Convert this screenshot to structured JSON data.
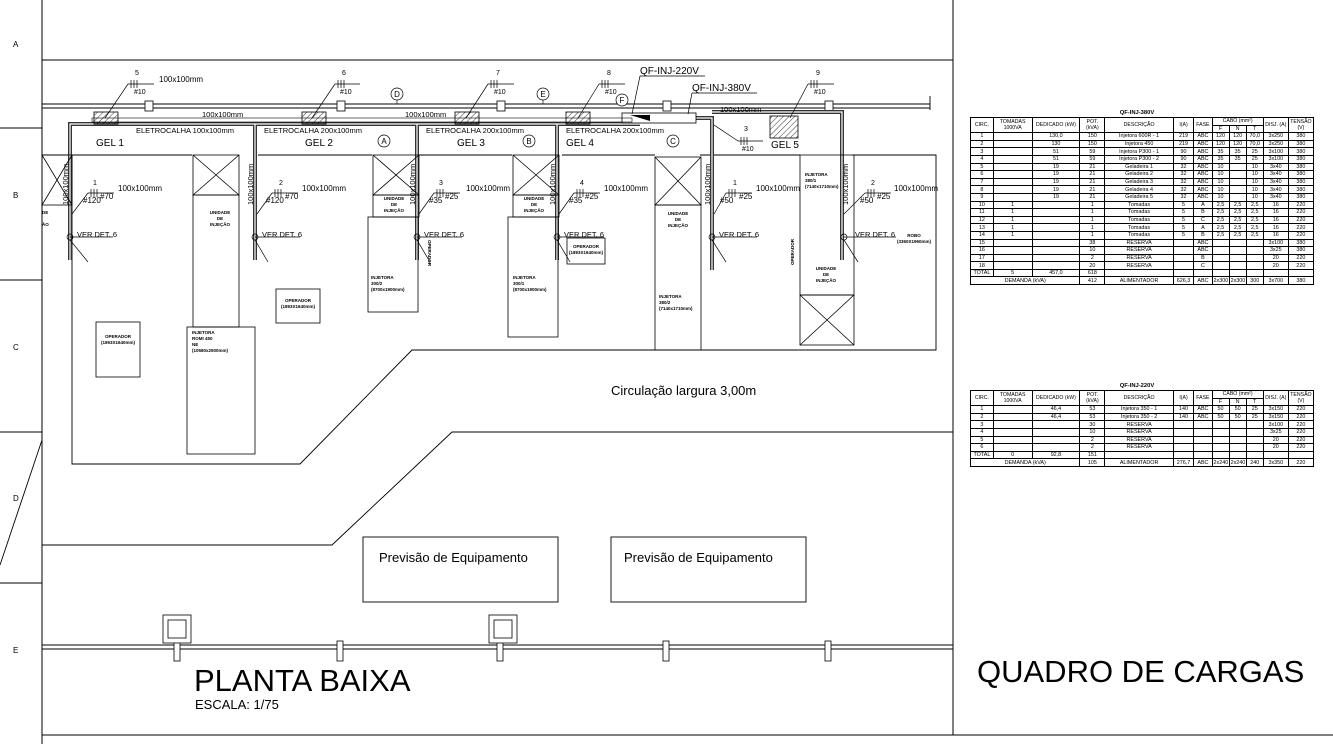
{
  "rows": [
    "A",
    "B",
    "C",
    "D",
    "E"
  ],
  "plan": {
    "title": "PLANTA BAIXA",
    "scale": "ESCALA:  1/75",
    "circulation": "Circulação largura 3,00m",
    "forecast": [
      "Previsão de Equipamento",
      "Previsão de Equipamento"
    ],
    "qf220": "QF-INJ-220V",
    "qf380": "QF-INJ-380V",
    "gels": [
      "GEL 1",
      "GEL 2",
      "GEL 3",
      "GEL 4",
      "GEL 5"
    ],
    "tray_labels": [
      "ELETROCALHA 100x100mm",
      "ELETROCALHA 200x100mm",
      "ELETROCALHA 200x100mm",
      "ELETROCALHA 200x100mm"
    ],
    "dim_labels": [
      "100x100mm",
      "100x100mm",
      "100x100mm",
      "100x100mm",
      "100x100mm"
    ],
    "top_circuits": [
      {
        "n": "5",
        "d": "100x100mm",
        "w": "#10"
      },
      {
        "n": "6",
        "w": "#10"
      },
      {
        "n": "7",
        "w": "#10"
      },
      {
        "n": "8",
        "w": "#10"
      },
      {
        "n": "9",
        "w": "#10"
      },
      {
        "n": "3",
        "w": "#10"
      }
    ],
    "mid_circuits": [
      {
        "n": "1",
        "w1": "#120",
        "w2": "#70",
        "d": "100x100mm"
      },
      {
        "n": "2",
        "w1": "#120",
        "w2": "#70",
        "d": "100x100mm"
      },
      {
        "n": "3",
        "w1": "#35",
        "w2": "#25",
        "d": "100x100mm"
      },
      {
        "n": "4",
        "w1": "#35",
        "w2": "#25",
        "d": "100x100mm"
      },
      {
        "n": "1",
        "w1": "#50",
        "w2": "#25",
        "d": "100x100mm"
      },
      {
        "n": "2",
        "w1": "#50",
        "w2": "#25",
        "d": "100x100mm"
      }
    ],
    "vertical_dim": "100x100mm",
    "circle_tags": [
      "D",
      "E",
      "F",
      "A",
      "B",
      "C"
    ],
    "ver_det": "VER DET. 6",
    "unidade": "UNIDADE DE INJEÇÃO",
    "unidade_lines": [
      "UNIDADE",
      "DE",
      "INJEÇÃO"
    ],
    "operador": "OPERADOR",
    "equipment": [
      {
        "name": "OPERADOR",
        "size": "(1893X1640mm)"
      },
      {
        "name": "INJETORA",
        "l2": "ROMI 450",
        "l3": "NE",
        "size": "(10580x2500mm)"
      },
      {
        "name": "OPERADOR",
        "size": "(1893X1640mm)"
      },
      {
        "name": "INJETORA",
        "l2": "300/2",
        "size": "(8700x1900mm)"
      },
      {
        "name": "INJETORA",
        "l2": "300/1",
        "size": "(8700x1900mm)"
      },
      {
        "name": "OPERADOR",
        "size": "(1893X1640mm)"
      },
      {
        "name": "INJETORA",
        "l2": "380/2",
        "size": "(7140x1710mm)"
      },
      {
        "name": "INJETORA",
        "l2": "380/1",
        "size": "(7140x1710mm)"
      },
      {
        "name": "ROBO",
        "size": "(3360X1960mm)"
      }
    ],
    "edge_fragments": [
      "DE",
      "ÃO"
    ]
  },
  "load_title": "QUADRO DE CARGAS",
  "panel380": {
    "title": "QF-INJ-380V",
    "head": [
      "CIRC.",
      "TOMADAS 1000VA",
      "DEDICADO (kW)",
      "POT. (kVA)",
      "DESCRIÇÃO",
      "I(A)",
      "FASE",
      "CABO (mm²)",
      "DISJ. (A)",
      "TENSÃO (V)"
    ],
    "sub": [
      "F",
      "N",
      "T"
    ],
    "rows": [
      [
        "1",
        "",
        "130,0",
        "150",
        "Injetora 600R - 1",
        "219",
        "ABC",
        "120",
        "120",
        "70,0",
        "3x250",
        "380"
      ],
      [
        "2",
        "",
        "130",
        "150",
        "Injetora 450",
        "219",
        "ABC",
        "120",
        "120",
        "70,0",
        "3x250",
        "380"
      ],
      [
        "3",
        "",
        "51",
        "59",
        "Injetora P300 - 1",
        "90",
        "ABC",
        "35",
        "35",
        "25",
        "3x100",
        "380"
      ],
      [
        "4",
        "",
        "51",
        "59",
        "Injetora P300 - 2",
        "90",
        "ABC",
        "35",
        "35",
        "25",
        "3x100",
        "380"
      ],
      [
        "5",
        "",
        "19",
        "21",
        "Geladeira 1",
        "32",
        "ABC",
        "10",
        "",
        "10",
        "3x40",
        "380"
      ],
      [
        "6",
        "",
        "19",
        "21",
        "Geladeira 2",
        "32",
        "ABC",
        "10",
        "",
        "10",
        "3x40",
        "380"
      ],
      [
        "7",
        "",
        "19",
        "21",
        "Geladeira 3",
        "32",
        "ABC",
        "10",
        "",
        "10",
        "3x40",
        "380"
      ],
      [
        "8",
        "",
        "19",
        "21",
        "Geladeira 4",
        "32",
        "ABC",
        "10",
        "",
        "10",
        "3x40",
        "380"
      ],
      [
        "9",
        "",
        "19",
        "21",
        "Geladeira 5",
        "32",
        "ABC",
        "10",
        "",
        "10",
        "3x40",
        "380"
      ],
      [
        "10",
        "1",
        "",
        "1",
        "Tomadas",
        "5",
        "A",
        "2,5",
        "2,5",
        "2,5",
        "16",
        "220"
      ],
      [
        "11",
        "1",
        "",
        "1",
        "Tomadas",
        "5",
        "B",
        "2,5",
        "2,5",
        "2,5",
        "16",
        "220"
      ],
      [
        "12",
        "1",
        "",
        "1",
        "Tomadas",
        "5",
        "C",
        "2,5",
        "2,5",
        "2,5",
        "16",
        "220"
      ],
      [
        "13",
        "1",
        "",
        "1",
        "Tomadas",
        "5",
        "A",
        "2,5",
        "2,5",
        "2,5",
        "16",
        "220"
      ],
      [
        "14",
        "1",
        "",
        "1",
        "Tomadas",
        "5",
        "B",
        "2,5",
        "2,5",
        "2,5",
        "16",
        "220"
      ],
      [
        "15",
        "",
        "",
        "38",
        "RESERVA",
        "",
        "ABC",
        "",
        "",
        "",
        "3x100",
        "380"
      ],
      [
        "16",
        "",
        "",
        "10",
        "RESERVA",
        "",
        "ABC",
        "",
        "",
        "",
        "3x25",
        "380"
      ],
      [
        "17",
        "",
        "",
        "2",
        "RESERVA",
        "",
        "B",
        "",
        "",
        "",
        "20",
        "220"
      ],
      [
        "18",
        "",
        "",
        "20",
        "RESERVA",
        "",
        "C",
        "",
        "",
        "",
        "20",
        "220"
      ]
    ],
    "total": [
      "TOTAL",
      "5",
      "457,0",
      "618"
    ],
    "demand": [
      "DEMANDA (kVA)",
      "412",
      "ALIMENTADOR",
      "626,3",
      "ABC",
      "2x300",
      "2x300",
      "300",
      "3x700",
      "380"
    ]
  },
  "panel220": {
    "title": "QF-INJ-220V",
    "head": [
      "CIRC.",
      "TOMADAS 1000VA",
      "DEDICADO (kW)",
      "POT. (kVA)",
      "DESCRIÇÃO",
      "I(A)",
      "FASE",
      "CABO (mm²)",
      "DISJ. (A)",
      "TENSÃO (V)"
    ],
    "sub": [
      "F",
      "N",
      "T"
    ],
    "rows": [
      [
        "1",
        "",
        "46,4",
        "53",
        "Injetora 350 - 1",
        "140",
        "ABC",
        "50",
        "50",
        "25",
        "3x150",
        "220"
      ],
      [
        "2",
        "",
        "46,4",
        "53",
        "Injetora 350 - 2",
        "140",
        "ABC",
        "50",
        "50",
        "25",
        "3x150",
        "220"
      ],
      [
        "3",
        "",
        "",
        "30",
        "RESERVA",
        "",
        "",
        "",
        "",
        "",
        "3x100",
        "220"
      ],
      [
        "4",
        "",
        "",
        "10",
        "RESERVA",
        "",
        "",
        "",
        "",
        "",
        "3x25",
        "220"
      ],
      [
        "5",
        "",
        "",
        "2",
        "RESERVA",
        "",
        "",
        "",
        "",
        "",
        "20",
        "220"
      ],
      [
        "6",
        "",
        "",
        "2",
        "RESERVA",
        "",
        "",
        "",
        "",
        "",
        "20",
        "220"
      ]
    ],
    "total": [
      "TOTAL",
      "0",
      "92,8",
      "151"
    ],
    "demand": [
      "DEMANDA (kVA)",
      "105",
      "ALIMENTADOR",
      "276,7",
      "ABC",
      "2x240",
      "2x240",
      "240",
      "3x350",
      "220"
    ]
  }
}
